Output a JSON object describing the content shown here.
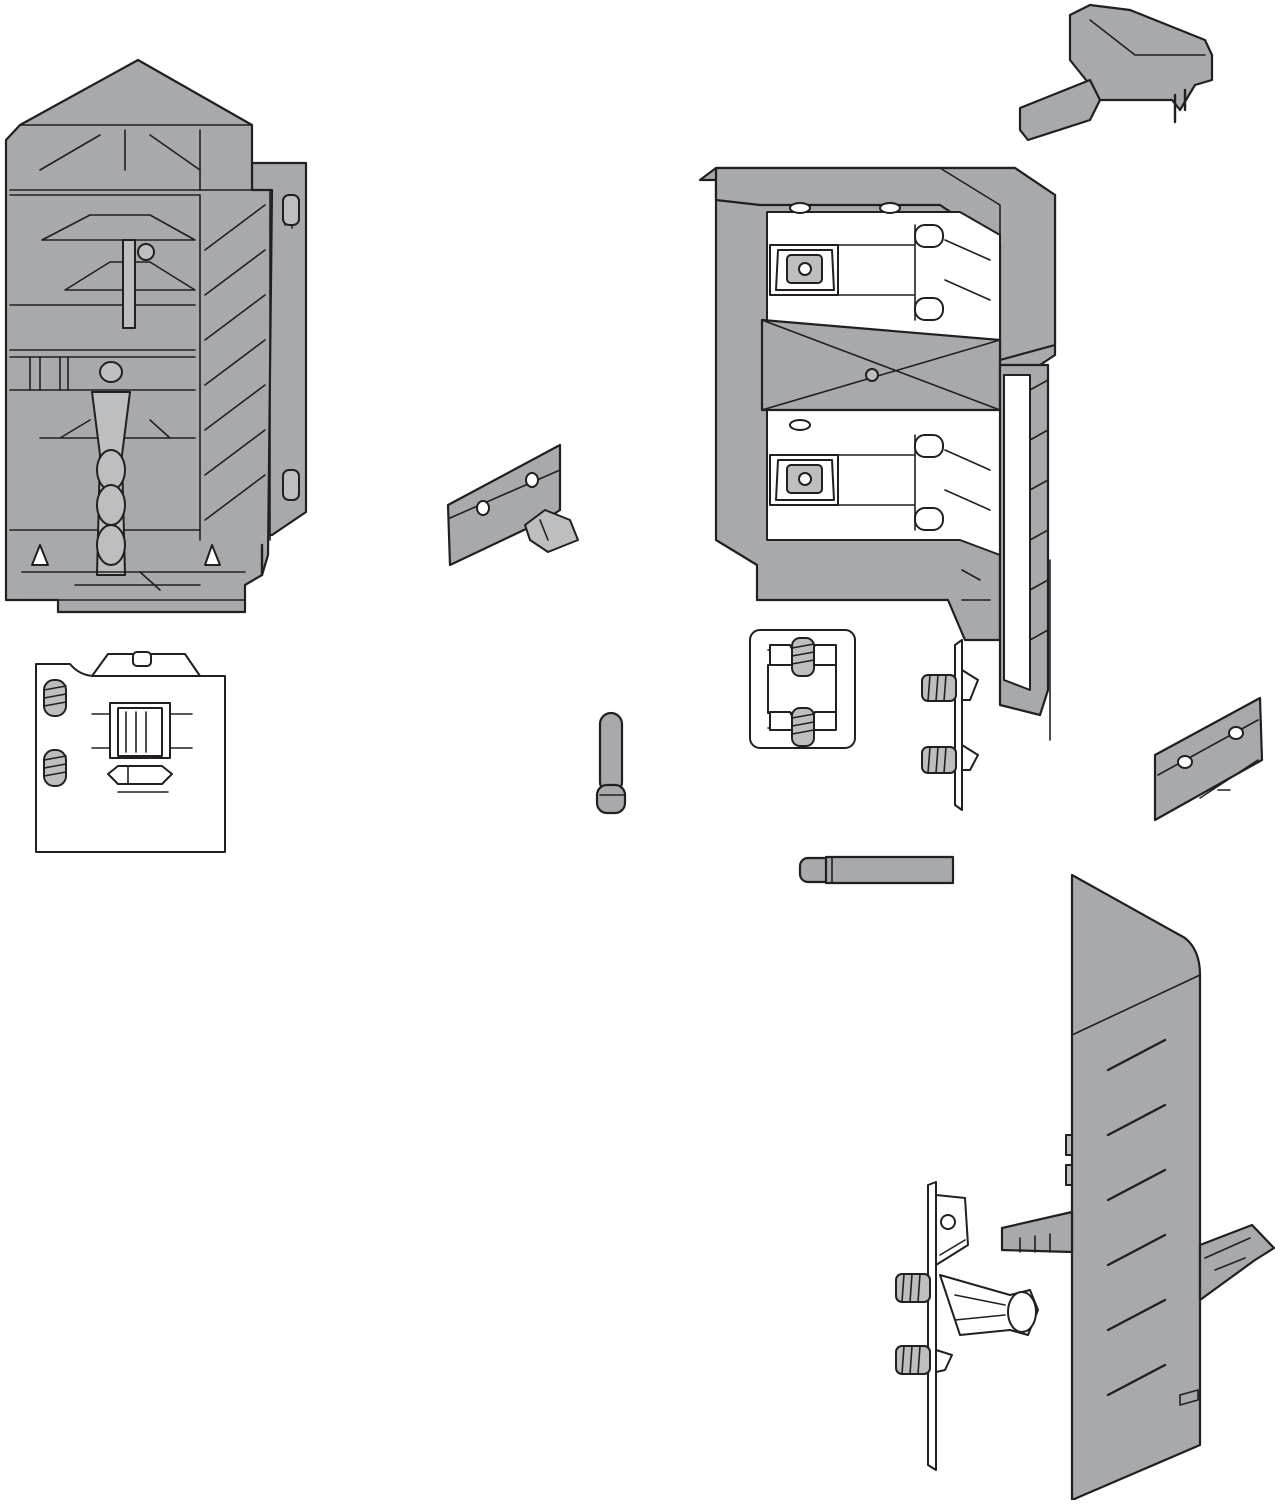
{
  "colors": {
    "part_fill": "#a7a9ac",
    "outline": "#231f20",
    "background": "#ffffff"
  },
  "parts": [
    {
      "id": "left-drawer-corner-housing",
      "icon": "drawer-corner-housing-icon"
    },
    {
      "id": "left-mounting-plate",
      "icon": "mounting-plate-icon"
    },
    {
      "id": "angled-bracket",
      "icon": "angled-bracket-icon"
    },
    {
      "id": "vertical-dowel",
      "icon": "dowel-icon"
    },
    {
      "id": "right-drawer-corner-housing",
      "icon": "drawer-corner-housing-icon"
    },
    {
      "id": "top-right-corner-cap",
      "icon": "corner-cap-icon"
    },
    {
      "id": "small-screw-clip",
      "icon": "screw-clip-icon"
    },
    {
      "id": "vertical-screw-rail",
      "icon": "screw-rail-icon"
    },
    {
      "id": "right-wall-bracket",
      "icon": "wall-bracket-icon"
    },
    {
      "id": "horizontal-dowel",
      "icon": "dowel-icon"
    },
    {
      "id": "tall-side-panel",
      "icon": "side-panel-icon"
    },
    {
      "id": "bottom-hinge-assembly",
      "icon": "hinge-assembly-icon"
    },
    {
      "id": "angled-rear-bracket",
      "icon": "rear-bracket-icon"
    }
  ]
}
